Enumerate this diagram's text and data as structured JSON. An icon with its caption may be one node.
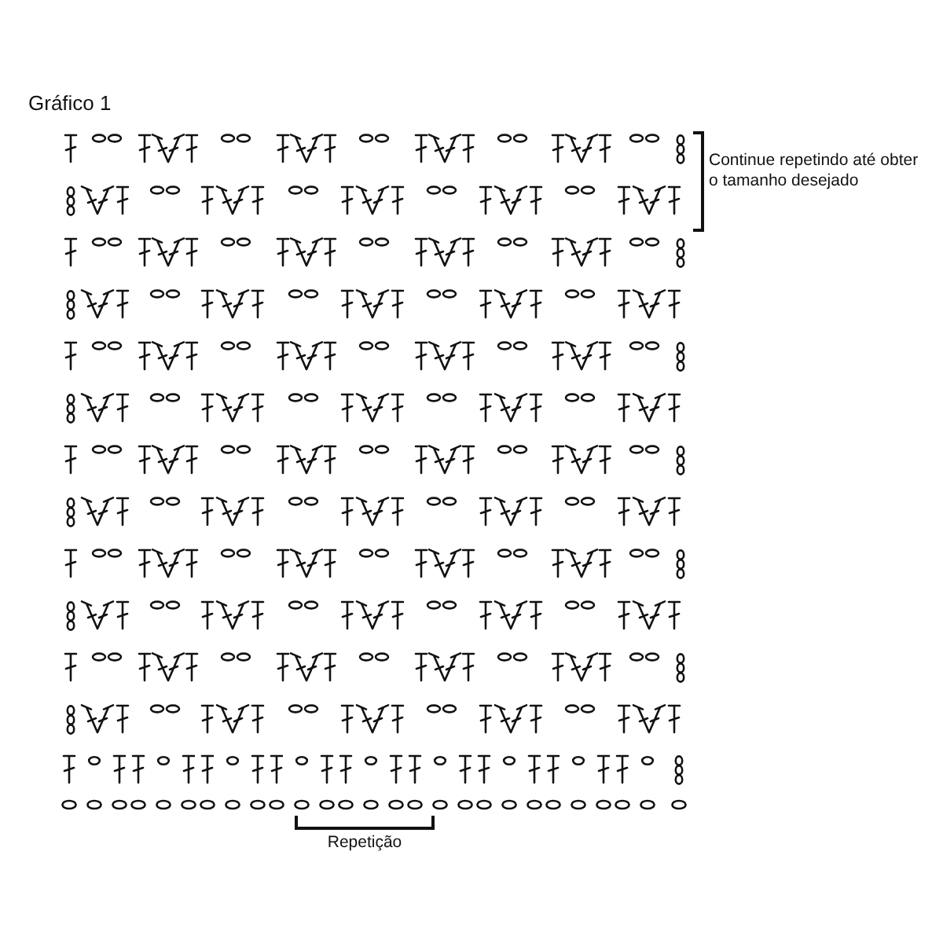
{
  "diagram": {
    "title": "Gráfico 1",
    "labels": [
      "Continue repetindo até obter o tamanho desejado",
      "Repetição"
    ]
  }
}
